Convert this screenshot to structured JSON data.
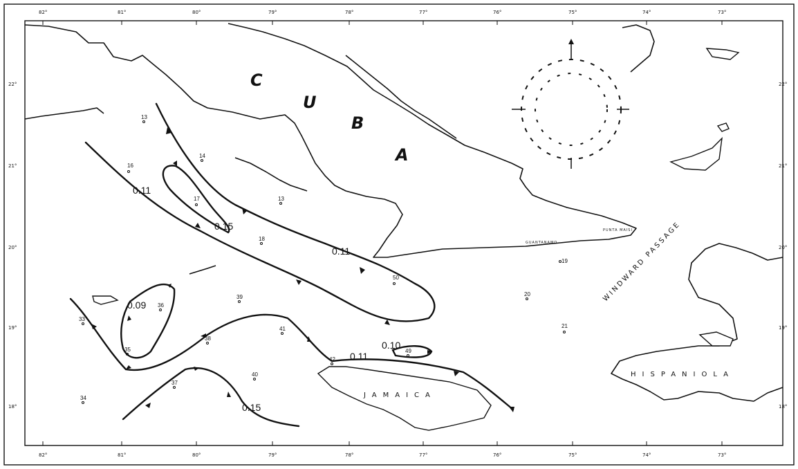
{
  "map": {
    "region_labels": {
      "cuba": [
        "C",
        "U",
        "B",
        "A"
      ],
      "jamaica": "JAMAICA",
      "hispaniola": "HISPANIOLA",
      "windward_passage": "WINDWARD PASSAGE",
      "guantanamo": "GUANTANAMO",
      "punta_maisi": "PUNTA MAISI"
    },
    "longitude_labels": [
      "82°",
      "81°",
      "80°",
      "79°",
      "78°",
      "77°",
      "76°",
      "75°",
      "74°",
      "73°"
    ],
    "latitude_labels_left": [
      "22°",
      "21°",
      "20°",
      "19°",
      "18°"
    ],
    "latitude_labels_right": [
      "22°",
      "21°",
      "20°",
      "19°",
      "18°"
    ],
    "contour_labels": [
      "0.11",
      "0.15",
      "0.11",
      "0.09",
      "0.10",
      "0.11",
      "0.15"
    ],
    "stations": [
      "13",
      "14",
      "16",
      "17",
      "13",
      "18",
      "39",
      "50",
      "20",
      "19",
      "21",
      "41",
      "38",
      "36",
      "33",
      "35",
      "42",
      "49",
      "37",
      "40",
      "34"
    ]
  }
}
